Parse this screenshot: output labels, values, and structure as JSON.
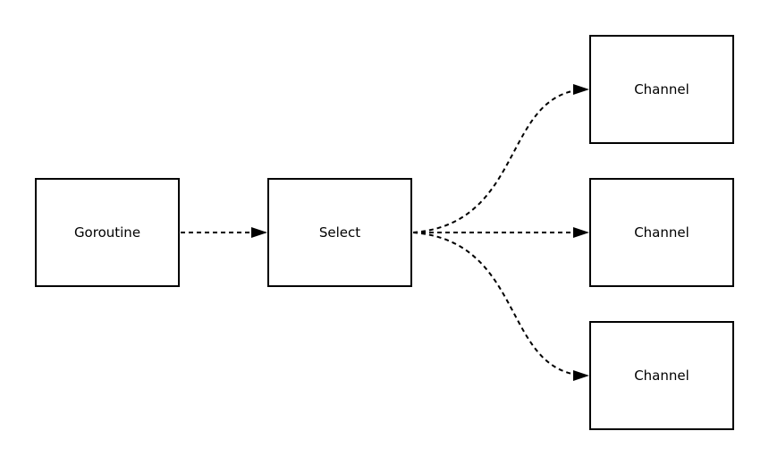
{
  "diagram": {
    "nodes": {
      "goroutine": {
        "label": "Goroutine"
      },
      "select": {
        "label": "Select"
      },
      "channel_1": {
        "label": "Channel"
      },
      "channel_2": {
        "label": "Channel"
      },
      "channel_3": {
        "label": "Channel"
      }
    },
    "edges": [
      {
        "from": "goroutine",
        "to": "select",
        "style": "dashed"
      },
      {
        "from": "select",
        "to": "channel_1",
        "style": "dashed"
      },
      {
        "from": "select",
        "to": "channel_2",
        "style": "dashed"
      },
      {
        "from": "select",
        "to": "channel_3",
        "style": "dashed"
      }
    ],
    "colors": {
      "stroke": "#000000",
      "background": "#ffffff"
    }
  }
}
